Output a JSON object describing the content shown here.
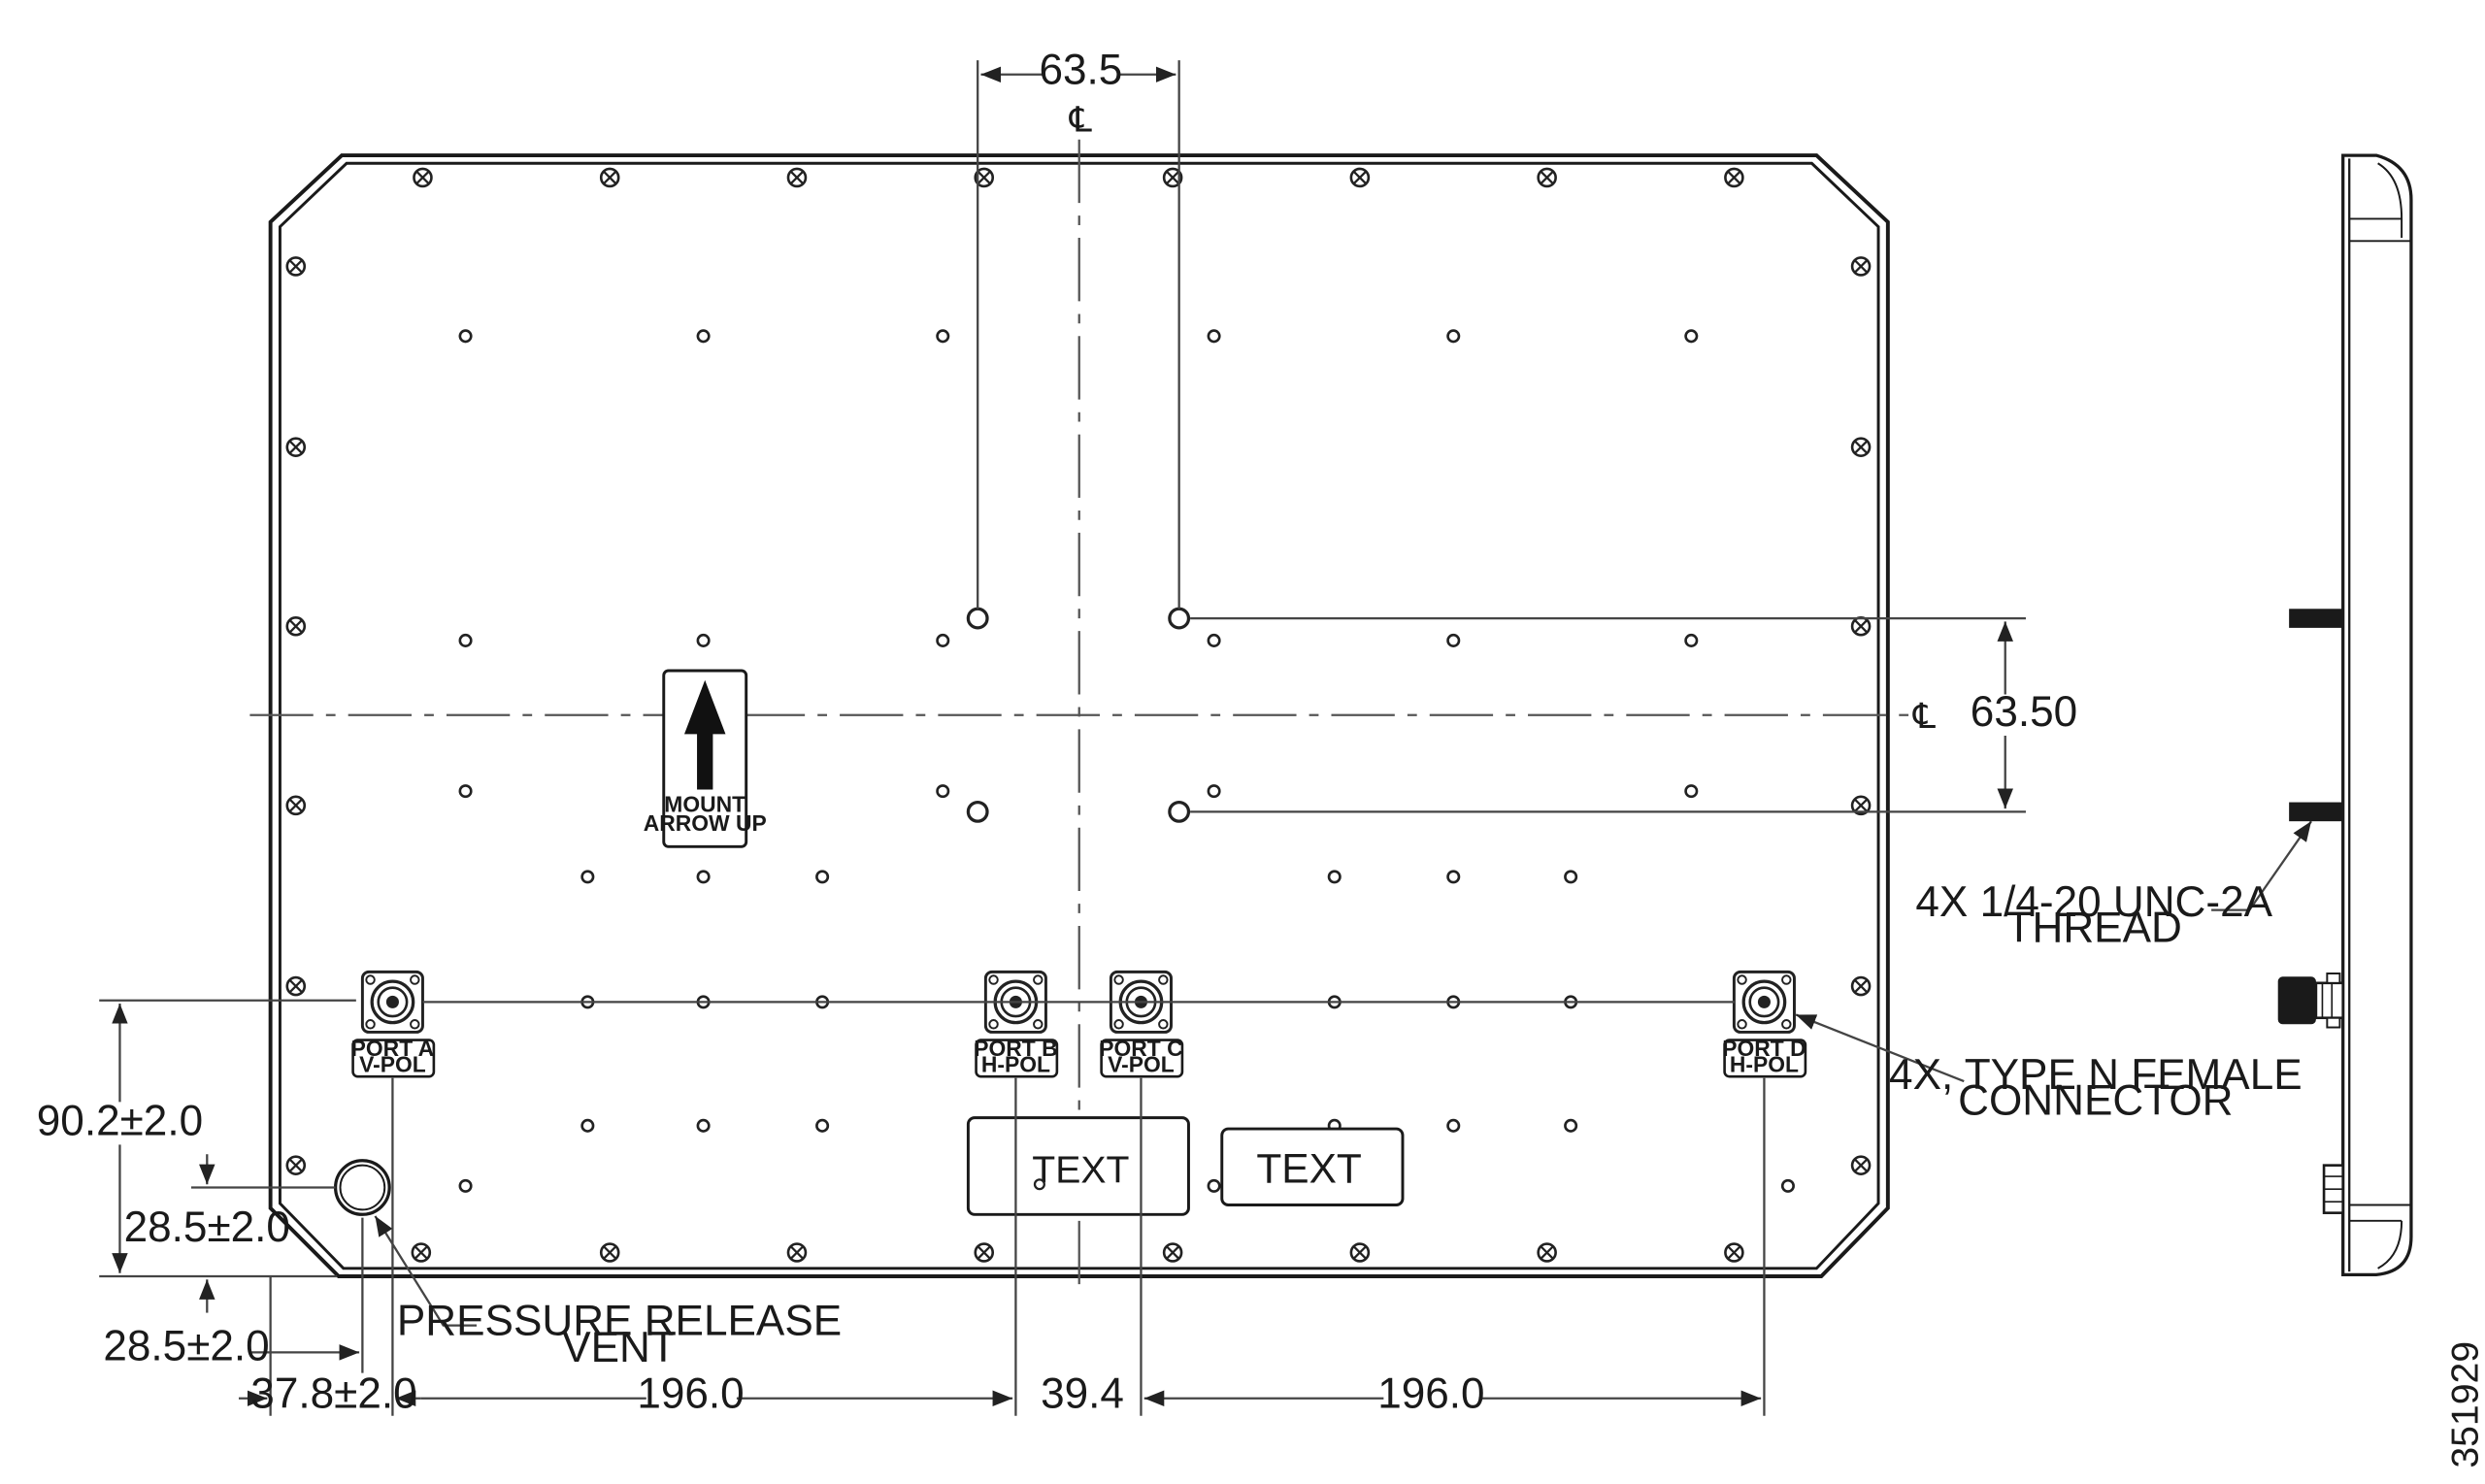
{
  "dimensions": {
    "top_spacing": "63.5",
    "right_spacing": "63.50",
    "port_height": "90.2±2.0",
    "vent_offset_y": "28.5±2.0",
    "vent_offset_x": "28.5±2.0",
    "port_a_offset": "37.8±2.0",
    "port_span_left": "196.0",
    "port_span_center": "39.4",
    "port_span_right": "196.0"
  },
  "centerline_symbol": "℄",
  "callouts": {
    "vent": [
      "PRESSURE RELEASE",
      "VENT"
    ],
    "connector": [
      "4X, TYPE N FEMALE",
      "CONNECTOR"
    ],
    "thread": [
      "4X 1/4-20 UNC-2A",
      "THREAD"
    ]
  },
  "mount_label": [
    "MOUNT",
    "ARROW UP"
  ],
  "ports": [
    {
      "name": "PORT A",
      "pol": "V-POL"
    },
    {
      "name": "PORT B",
      "pol": "H-POL"
    },
    {
      "name": "PORT C",
      "pol": "V-POL"
    },
    {
      "name": "PORT D",
      "pol": "H-POL"
    }
  ],
  "text_plates": [
    "TEXT",
    "TEXT"
  ],
  "figure_id": "351929"
}
